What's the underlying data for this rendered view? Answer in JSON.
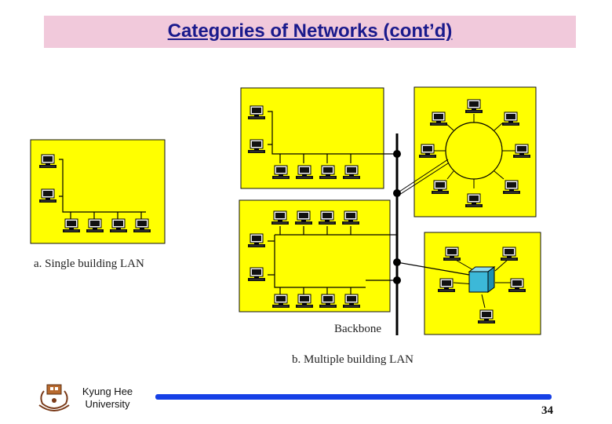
{
  "slide": {
    "title": "Categories of Networks (cont’d)",
    "page_number": "34"
  },
  "diagram": {
    "caption_a": "a. Single building LAN",
    "caption_b": "b. Multiple building LAN",
    "backbone_label": "Backbone"
  },
  "footer": {
    "university_line1": "Kyung Hee",
    "university_line2": "University",
    "logo": "university-seal-logo"
  },
  "colors": {
    "building": "#ffff00",
    "title_bg": "#f1c9db",
    "title_text": "#1a1a8c",
    "footer_bar": "#1640e6",
    "switch": "#3cb8d8"
  },
  "icons": [
    "computer-icon",
    "switch-icon",
    "university-seal-logo"
  ]
}
